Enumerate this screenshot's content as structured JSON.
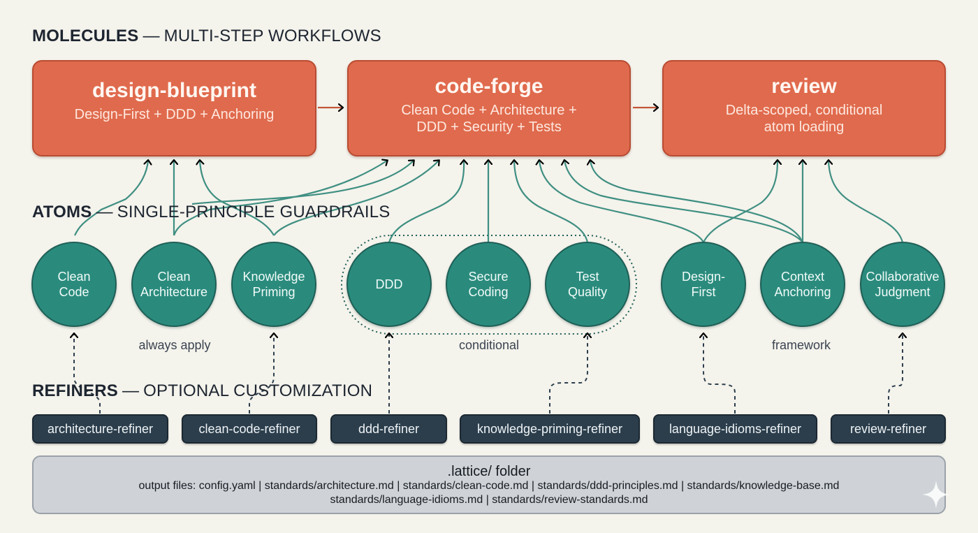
{
  "sections": {
    "molecules": {
      "label": "MOLECULES",
      "subtitle": "MULTI-STEP WORKFLOWS"
    },
    "atoms": {
      "label": "ATOMS",
      "subtitle": "SINGLE-PRINCIPLE GUARDRAILS"
    },
    "refiners": {
      "label": "REFINERS",
      "subtitle": "OPTIONAL CUSTOMIZATION"
    }
  },
  "molecules": [
    {
      "id": "design-blueprint",
      "title": "design-blueprint",
      "description": "Design-First + DDD + Anchoring"
    },
    {
      "id": "code-forge",
      "title": "code-forge",
      "description": "Clean Code + Architecture + DDD + Security + Tests"
    },
    {
      "id": "review",
      "title": "review",
      "description": "Delta-scoped, conditional atom loading"
    }
  ],
  "atoms": [
    {
      "id": "clean-code",
      "label": "Clean\nCode"
    },
    {
      "id": "clean-architecture",
      "label": "Clean\nArchitecture"
    },
    {
      "id": "knowledge-priming",
      "label": "Knowledge\nPriming"
    },
    {
      "id": "ddd",
      "label": "DDD"
    },
    {
      "id": "secure-coding",
      "label": "Secure\nCoding"
    },
    {
      "id": "test-quality",
      "label": "Test\nQuality"
    },
    {
      "id": "design-first",
      "label": "Design-\nFirst"
    },
    {
      "id": "context-anchoring",
      "label": "Context\nAnchoring"
    },
    {
      "id": "collaborative-judgment",
      "label": "Collaborative\nJudgment"
    }
  ],
  "atom_groups": {
    "always": "always apply",
    "conditional": "conditional",
    "framework": "framework"
  },
  "refiners": [
    {
      "id": "architecture-refiner",
      "label": "architecture-refiner"
    },
    {
      "id": "clean-code-refiner",
      "label": "clean-code-refiner"
    },
    {
      "id": "ddd-refiner",
      "label": "ddd-refiner"
    },
    {
      "id": "knowledge-priming-refiner",
      "label": "knowledge-priming-refiner"
    },
    {
      "id": "language-idioms-refiner",
      "label": "language-idioms-refiner"
    },
    {
      "id": "review-refiner",
      "label": "review-refiner"
    }
  ],
  "folder": {
    "title": ".lattice/ folder",
    "line1": "output files: config.yaml | standards/architecture.md | standards/clean-code.md | standards/ddd-principles.md | standards/knowledge-base.md",
    "line2": "standards/language-idioms.md | standards/review-standards.md"
  },
  "colors": {
    "molecule_fill": "#e06a4d",
    "atom_fill": "#2a8b7d",
    "refiner_fill": "#2c3e4c",
    "folder_fill": "#cfd3d8",
    "background": "#f4f3ec",
    "connector": "#3f8f82"
  },
  "icons": {
    "sparkle": "sparkle-icon"
  },
  "edges": [
    {
      "from": "design-blueprint",
      "to": "code-forge"
    },
    {
      "from": "code-forge",
      "to": "review"
    },
    {
      "from": "clean-code",
      "to": "design-blueprint"
    },
    {
      "from": "clean-architecture",
      "to": "design-blueprint"
    },
    {
      "from": "knowledge-priming",
      "to": "design-blueprint"
    },
    {
      "from": "clean-code",
      "to": "code-forge"
    },
    {
      "from": "clean-architecture",
      "to": "code-forge"
    },
    {
      "from": "knowledge-priming",
      "to": "code-forge"
    },
    {
      "from": "ddd",
      "to": "code-forge"
    },
    {
      "from": "secure-coding",
      "to": "code-forge"
    },
    {
      "from": "test-quality",
      "to": "code-forge"
    },
    {
      "from": "design-first",
      "to": "code-forge"
    },
    {
      "from": "context-anchoring",
      "to": "code-forge"
    },
    {
      "from": "design-first",
      "to": "review"
    },
    {
      "from": "context-anchoring",
      "to": "review"
    },
    {
      "from": "collaborative-judgment",
      "to": "review"
    },
    {
      "from": "architecture-refiner",
      "to": "clean-code"
    },
    {
      "from": "clean-code-refiner",
      "to": "knowledge-priming"
    },
    {
      "from": "ddd-refiner",
      "to": "ddd"
    },
    {
      "from": "knowledge-priming-refiner",
      "to": "test-quality"
    },
    {
      "from": "language-idioms-refiner",
      "to": "design-first"
    },
    {
      "from": "review-refiner",
      "to": "collaborative-judgment"
    }
  ]
}
